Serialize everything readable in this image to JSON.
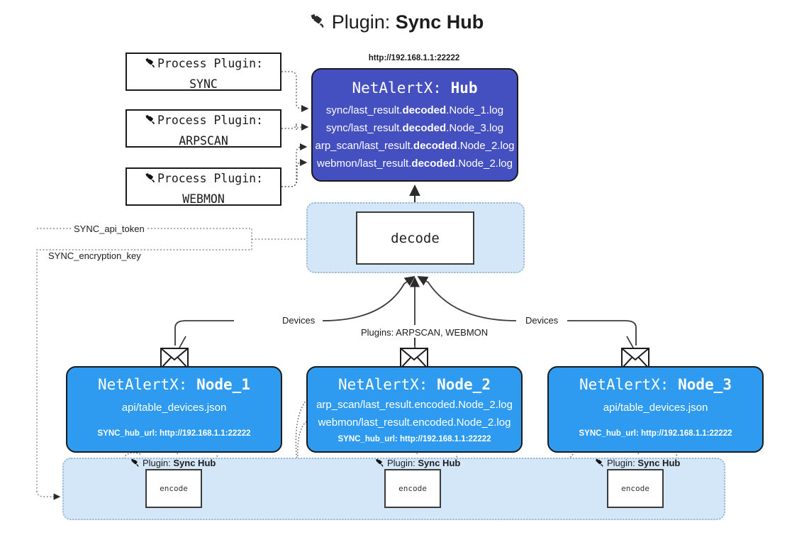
{
  "title": {
    "icon": "plug-icon",
    "prefix": "Plugin:",
    "name": "Sync Hub"
  },
  "process_plugins": [
    {
      "icon": "plug-icon",
      "line1": "Process Plugin:",
      "line2": "SYNC"
    },
    {
      "icon": "plug-icon",
      "line1": "Process Plugin:",
      "line2": "ARPSCAN"
    },
    {
      "icon": "plug-icon",
      "line1": "Process Plugin:",
      "line2": "WEBMON"
    }
  ],
  "hub": {
    "url": "http://192.168.1.1:22222",
    "title_prefix": "NetAlertX:",
    "title_name": "Hub",
    "lines": [
      {
        "pre": "sync/last_result.",
        "mid": "decoded",
        "post": ".Node_1.log"
      },
      {
        "pre": "sync/last_result.",
        "mid": "decoded",
        "post": ".Node_3.log"
      },
      {
        "pre": "arp_scan/last_result.",
        "mid": "decoded",
        "post": ".Node_2.log"
      },
      {
        "pre": "webmon/last_result.",
        "mid": "decoded",
        "post": ".Node_2.log"
      }
    ]
  },
  "decode": {
    "label": "decode"
  },
  "settings": {
    "api_token": "SYNC_api_token",
    "encryption_key": "SYNC_encryption_key"
  },
  "edge_labels": {
    "devices_left": "Devices",
    "devices_right": "Devices",
    "plugins_center": "Plugins: ARPSCAN, WEBMON"
  },
  "nodes": [
    {
      "icon": "envelope-icon",
      "title_prefix": "NetAlertX:",
      "title_name": "Node_1",
      "lines": [
        "api/table_devices.json"
      ],
      "footer": "SYNC_hub_url: http://192.168.1.1:22222",
      "encode_caption_prefix": "Plugin:",
      "encode_caption_name": "Sync Hub",
      "encode_label": "encode"
    },
    {
      "icon": "envelope-icon",
      "title_prefix": "NetAlertX:",
      "title_name": "Node_2",
      "lines": [
        "arp_scan/last_result.encoded.Node_2.log",
        "webmon/last_result.encoded.Node_2.log"
      ],
      "footer": "SYNC_hub_url: http://192.168.1.1:22222",
      "encode_caption_prefix": "Plugin:",
      "encode_caption_name": "Sync Hub",
      "encode_label": "encode"
    },
    {
      "icon": "envelope-icon",
      "title_prefix": "NetAlertX:",
      "title_name": "Node_3",
      "lines": [
        "api/table_devices.json"
      ],
      "footer": "SYNC_hub_url: http://192.168.1.1:22222",
      "encode_caption_prefix": "Plugin:",
      "encode_caption_name": "Sync Hub",
      "encode_label": "encode"
    }
  ],
  "colors": {
    "hub_fill": "#4450bf",
    "node_fill": "#2f9bf0",
    "container_fill": "#d4e7f8",
    "container_border": "#9fb9cf",
    "stroke": "#1b1b1b"
  }
}
